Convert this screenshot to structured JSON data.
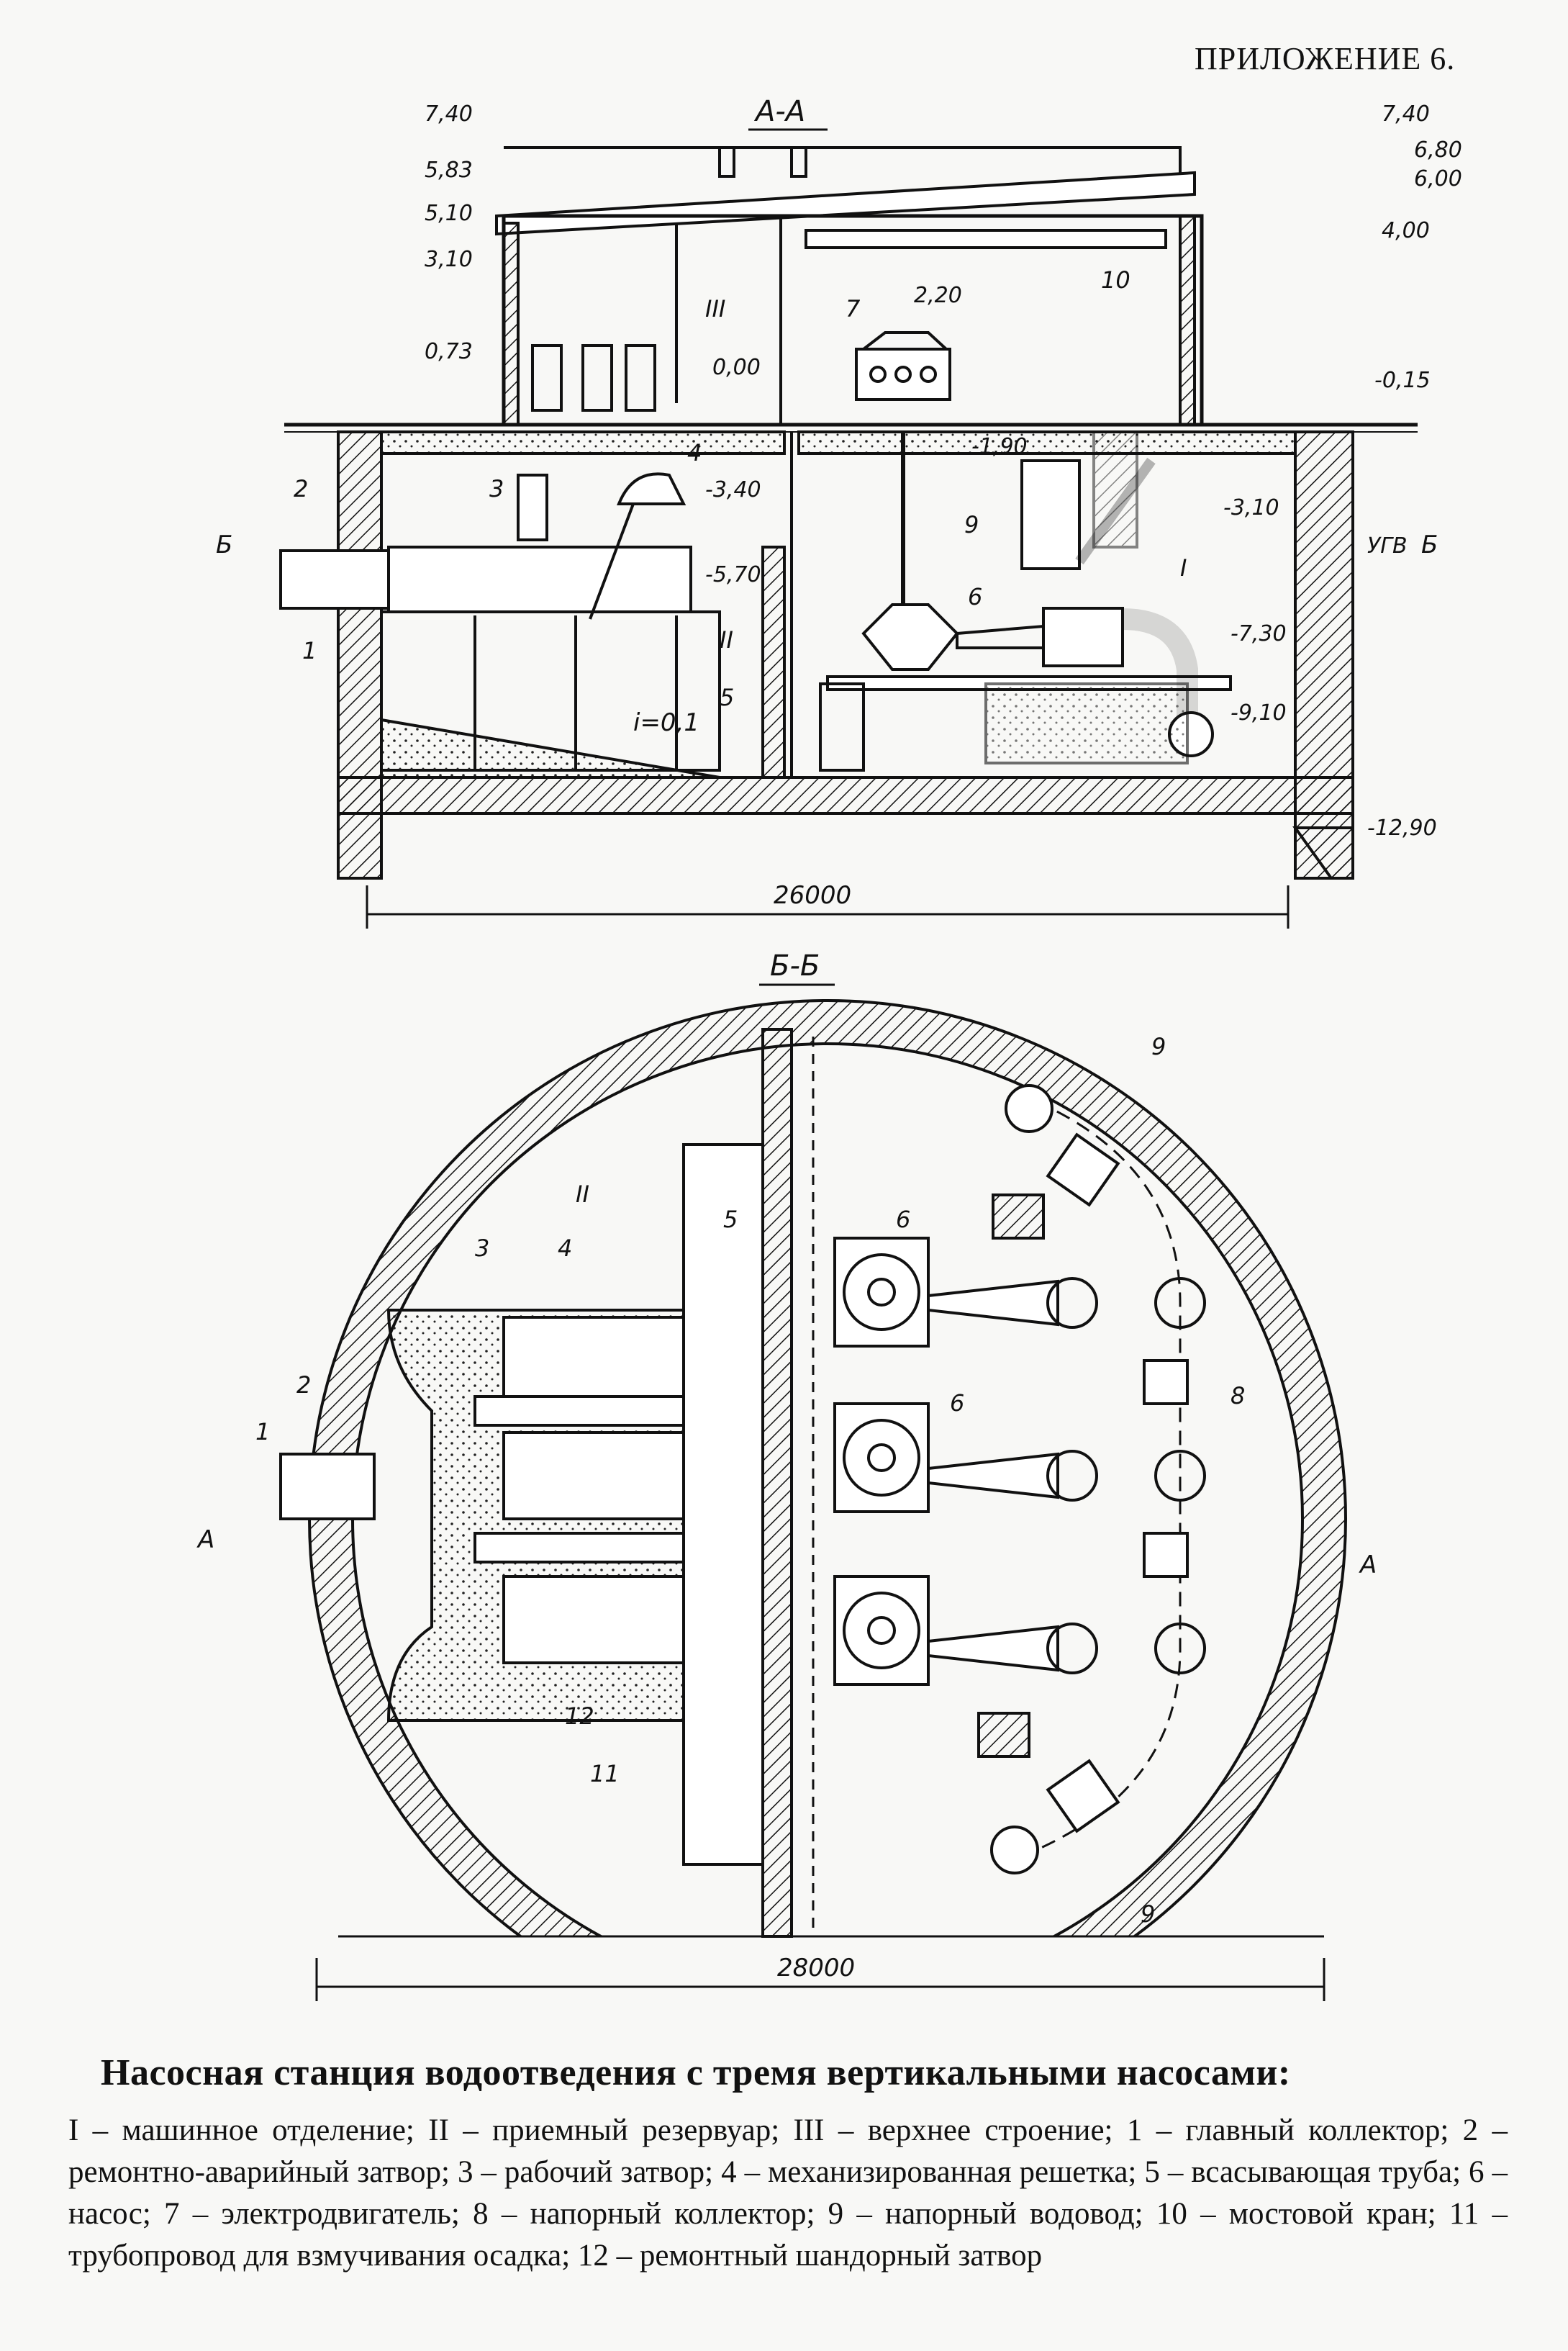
{
  "header": {
    "appendix": "ПРИЛОЖЕНИЕ 6."
  },
  "section_aa": {
    "title": "А-А",
    "elevations_left": [
      "7,40",
      "5,83",
      "5,10",
      "3,10",
      "0,73"
    ],
    "elevations_right": [
      "7,40",
      "6,80",
      "6,00",
      "4,00",
      "-0,15"
    ],
    "elevations_inner": [
      "2,20",
      "0,00",
      "-1,90",
      "-3,40",
      "-3,10",
      "-5,70",
      "-7,30",
      "-9,10",
      "-12,90"
    ],
    "ugv": "УГВ",
    "slope": "i=0,1",
    "room_labels": [
      "III",
      "I",
      "II"
    ],
    "item_labels": [
      "1",
      "2",
      "3",
      "4",
      "5",
      "6",
      "7",
      "9",
      "10"
    ],
    "section_mark": "Б",
    "dimension": "26000"
  },
  "section_bb": {
    "title": "Б-Б",
    "room_label": "II",
    "item_labels": [
      "1",
      "2",
      "3",
      "4",
      "5",
      "6",
      "6",
      "8",
      "9",
      "9",
      "11",
      "12"
    ],
    "section_mark": "А",
    "dimension": "28000"
  },
  "caption": {
    "title": "Насосная станция водоотведения с тремя вертикальными насосами:",
    "text": "I – машинное отделение; II – приемный резервуар; III – верхнее строение; 1 – главный коллектор; 2 – ремонтно-аварийный затвор; 3 – рабочий затвор; 4 – механизированная решетка; 5 – всасывающая труба; 6 – насос; 7 – электродвигатель; 8 – напорный коллектор; 9 – напорный водовод; 10 – мостовой кран; 11 – трубопровод для взмучивания осадка; 12 – ремонтный шандорный затвор"
  }
}
